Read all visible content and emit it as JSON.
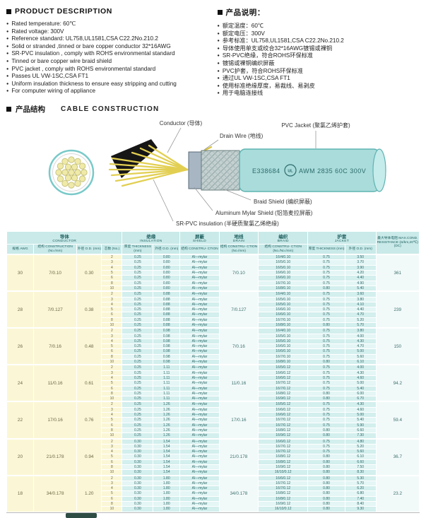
{
  "description_en": {
    "title": "PRODUCT  DESCRIPTION",
    "items": [
      "Rated temperature: 60℃",
      "Rated voltage: 300V",
      "Reference standard: UL758,UL1581,CSA C22.2No.210.2",
      "Solid or stranded ,tinned or bare copper conductor 32*16AWG",
      "SR-PVC insulation , comply with ROHS environmental standard",
      "Tinned or bare copper wire braid shield",
      "PVC jacket , comply with ROHS environmental standard",
      "Passes UL VW-1SC,CSA FT1",
      "Uniform insulation thickness to ensure easy stripping and cutting",
      "For computer wiring of appliance"
    ]
  },
  "description_cn": {
    "title": "产品说明：",
    "items": [
      "额定温度：60℃",
      "额定电压：300V",
      "参考标准：UL758,UL1581,CSA C22.2No.210.2",
      "导体使用单支或绞合32*16AWG镀锡或裸铜",
      "SR-PVC绝缘，符合ROHS环保标准",
      "镀锡或裸铜编织屏蔽",
      "PVC护套，符合ROHS环保标准",
      "通过UL VW-1SC,CSA FT1",
      "使用标准绝缘厚度，易裁线、易剥皮",
      "用于电脑连接线"
    ]
  },
  "construction": {
    "title_cn": "产品结构",
    "title_en": "CABLE  CONSTRUCTION",
    "labels": {
      "conductor": "Conductor (导体)",
      "drain": "Drain Wire (地线)",
      "jacket": "PVC Jacket (聚氯乙烯护套)",
      "braid": "Braid Shield (编织屏蔽)",
      "mylar": "Aluminum Mylar Shield (铝箔麦拉屏蔽)",
      "insulation": "SR-PVC insulation (半硬质聚氯乙烯绝缘)"
    },
    "jacket_print_left": "E338684",
    "jacket_print_ul": "UL",
    "jacket_print_right": "AWM 2835 60C 300V"
  },
  "table": {
    "group_headers": [
      {
        "cn": "导体",
        "en": "CONDUCTOR",
        "span": 4
      },
      {
        "cn": "绝缘",
        "en": "INSULATION",
        "span": 2
      },
      {
        "cn": "屏蔽",
        "en": "SHIELD",
        "span": 1
      },
      {
        "cn": "地线",
        "en": "DRAIN",
        "span": 1
      },
      {
        "cn": "编织",
        "en": "BRAID",
        "span": 1
      },
      {
        "cn": "护套",
        "en": "JACKET",
        "span": 2
      }
    ],
    "sub_headers": [
      "规格 AWG",
      "结构 CONSTRUCTION (No./mm)",
      "外径 O.D. (mm)",
      "芯数 (No.)",
      "厚度 THICKNESS (mm)",
      "外径 O.D. (mm)",
      "结构 CONSTRU- CTION",
      "结构 CONSTRU- CTION (No./mm)",
      "结构 CONSTRU- CTION (No./No./mm)",
      "厚度 THICKNESS (mm)",
      "外径 O.D. (mm)"
    ],
    "resistance_header": "最大导体电阻 MAX.COND. RESISTANCE (Ω/km,20℃) (DC)",
    "shield_value": "Al—mylar",
    "blocks": [
      {
        "awg": "30",
        "construction": "7/0.10",
        "od": "0.30",
        "drain": "7/0.10",
        "resistance": "361",
        "subrows": [
          [
            "2",
            "0.25",
            "0.80",
            "16/4/0.10",
            "0.75",
            "3.50"
          ],
          [
            "3",
            "0.25",
            "0.80",
            "16/5/0.10",
            "0.75",
            "3.70"
          ],
          [
            "4",
            "0.25",
            "0.80",
            "16/5/0.10",
            "0.75",
            "3.90"
          ],
          [
            "5",
            "0.25",
            "0.80",
            "16/6/0.10",
            "0.75",
            "4.20"
          ],
          [
            "6",
            "0.25",
            "0.80",
            "16/6/0.10",
            "0.75",
            "4.40"
          ],
          [
            "8",
            "0.25",
            "0.80",
            "16/7/0.10",
            "0.75",
            "4.90"
          ],
          [
            "10",
            "0.25",
            "0.80",
            "16/8/0.10",
            "0.80",
            "5.40"
          ]
        ]
      },
      {
        "awg": "28",
        "construction": "7/0.127",
        "od": "0.38",
        "drain": "7/0.127",
        "resistance": "239",
        "subrows": [
          [
            "2",
            "0.25",
            "0.88",
            "16/4/0.10",
            "0.75",
            "3.60"
          ],
          [
            "3",
            "0.25",
            "0.88",
            "16/5/0.10",
            "0.75",
            "3.80"
          ],
          [
            "4",
            "0.25",
            "0.88",
            "16/5/0.10",
            "0.75",
            "4.10"
          ],
          [
            "5",
            "0.25",
            "0.88",
            "16/6/0.10",
            "0.75",
            "4.40"
          ],
          [
            "6",
            "0.25",
            "0.88",
            "16/6/0.10",
            "0.75",
            "4.70"
          ],
          [
            "8",
            "0.25",
            "0.88",
            "16/7/0.10",
            "0.75",
            "5.20"
          ],
          [
            "10",
            "0.25",
            "0.88",
            "16/8/0.10",
            "0.80",
            "5.70"
          ]
        ]
      },
      {
        "awg": "26",
        "construction": "7/0.16",
        "od": "0.48",
        "drain": "7/0.16",
        "resistance": "150",
        "subrows": [
          [
            "2",
            "0.25",
            "0.98",
            "16/4/0.10",
            "0.75",
            "3.80"
          ],
          [
            "3",
            "0.25",
            "0.98",
            "16/5/0.10",
            "0.75",
            "4.00"
          ],
          [
            "4",
            "0.25",
            "0.98",
            "16/5/0.10",
            "0.75",
            "4.30"
          ],
          [
            "5",
            "0.25",
            "0.98",
            "16/6/0.10",
            "0.75",
            "4.70"
          ],
          [
            "6",
            "0.25",
            "0.98",
            "16/6/0.10",
            "0.75",
            "5.00"
          ],
          [
            "8",
            "0.25",
            "0.98",
            "16/7/0.10",
            "0.75",
            "5.60"
          ],
          [
            "10",
            "0.25",
            "0.98",
            "16/8/0.10",
            "0.80",
            "6.10"
          ]
        ]
      },
      {
        "awg": "24",
        "construction": "11/0.16",
        "od": "0.61",
        "drain": "11/0.16",
        "resistance": "94.2",
        "subrows": [
          [
            "2",
            "0.25",
            "1.11",
            "16/5/0.12",
            "0.75",
            "4.00"
          ],
          [
            "3",
            "0.25",
            "1.11",
            "16/6/0.12",
            "0.75",
            "4.30"
          ],
          [
            "4",
            "0.25",
            "1.11",
            "16/6/0.12",
            "0.75",
            "4.60"
          ],
          [
            "5",
            "0.25",
            "1.11",
            "16/7/0.12",
            "0.75",
            "5.00"
          ],
          [
            "6",
            "0.25",
            "1.11",
            "16/7/0.12",
            "0.75",
            "5.40"
          ],
          [
            "8",
            "0.25",
            "1.11",
            "16/8/0.12",
            "0.80",
            "6.00"
          ],
          [
            "10",
            "0.25",
            "1.11",
            "16/9/0.12",
            "0.80",
            "6.70"
          ]
        ]
      },
      {
        "awg": "22",
        "construction": "17/0.16",
        "od": "0.76",
        "drain": "17/0.16",
        "resistance": "59.4",
        "subrows": [
          [
            "2",
            "0.25",
            "1.26",
            "16/5/0.12",
            "0.75",
            "4.30"
          ],
          [
            "3",
            "0.25",
            "1.26",
            "16/6/0.12",
            "0.75",
            "4.60"
          ],
          [
            "4",
            "0.25",
            "1.26",
            "16/6/0.12",
            "0.75",
            "5.00"
          ],
          [
            "5",
            "0.25",
            "1.26",
            "16/7/0.12",
            "0.75",
            "5.40"
          ],
          [
            "6",
            "0.25",
            "1.26",
            "16/7/0.12",
            "0.75",
            "5.90"
          ],
          [
            "8",
            "0.25",
            "1.26",
            "16/8/0.12",
            "0.80",
            "6.60"
          ],
          [
            "10",
            "0.25",
            "1.26",
            "16/9/0.12",
            "0.80",
            "7.30"
          ]
        ]
      },
      {
        "awg": "20",
        "construction": "21/0.178",
        "od": "0.94",
        "drain": "21/0.178",
        "resistance": "36.7",
        "subrows": [
          [
            "2",
            "0.30",
            "1.54",
            "16/6/0.12",
            "0.75",
            "4.80"
          ],
          [
            "3",
            "0.30",
            "1.54",
            "16/7/0.12",
            "0.75",
            "5.20"
          ],
          [
            "4",
            "0.30",
            "1.54",
            "16/7/0.12",
            "0.75",
            "5.60"
          ],
          [
            "5",
            "0.30",
            "1.54",
            "16/8/0.12",
            "0.80",
            "6.10"
          ],
          [
            "6",
            "0.30",
            "1.54",
            "16/8/0.12",
            "0.80",
            "6.60"
          ],
          [
            "8",
            "0.30",
            "1.54",
            "16/9/0.12",
            "0.80",
            "7.50"
          ],
          [
            "10",
            "0.30",
            "1.54",
            "16/10/0.12",
            "0.80",
            "8.30"
          ]
        ]
      },
      {
        "awg": "18",
        "construction": "34/0.178",
        "od": "1.20",
        "drain": "34/0.178",
        "resistance": "23.2",
        "subrows": [
          [
            "2",
            "0.30",
            "1.80",
            "16/6/0.12",
            "0.80",
            "5.30"
          ],
          [
            "3",
            "0.30",
            "1.80",
            "16/7/0.12",
            "0.80",
            "5.70"
          ],
          [
            "4",
            "0.30",
            "1.80",
            "16/7/0.12",
            "0.80",
            "6.20"
          ],
          [
            "5",
            "0.30",
            "1.80",
            "16/8/0.12",
            "0.80",
            "6.80"
          ],
          [
            "6",
            "0.30",
            "1.80",
            "16/8/0.12",
            "0.80",
            "7.40"
          ],
          [
            "8",
            "0.30",
            "1.80",
            "16/9/0.12",
            "0.80",
            "8.40"
          ],
          [
            "10",
            "0.30",
            "1.80",
            "16/10/0.12",
            "0.80",
            "9.30"
          ]
        ]
      }
    ]
  }
}
